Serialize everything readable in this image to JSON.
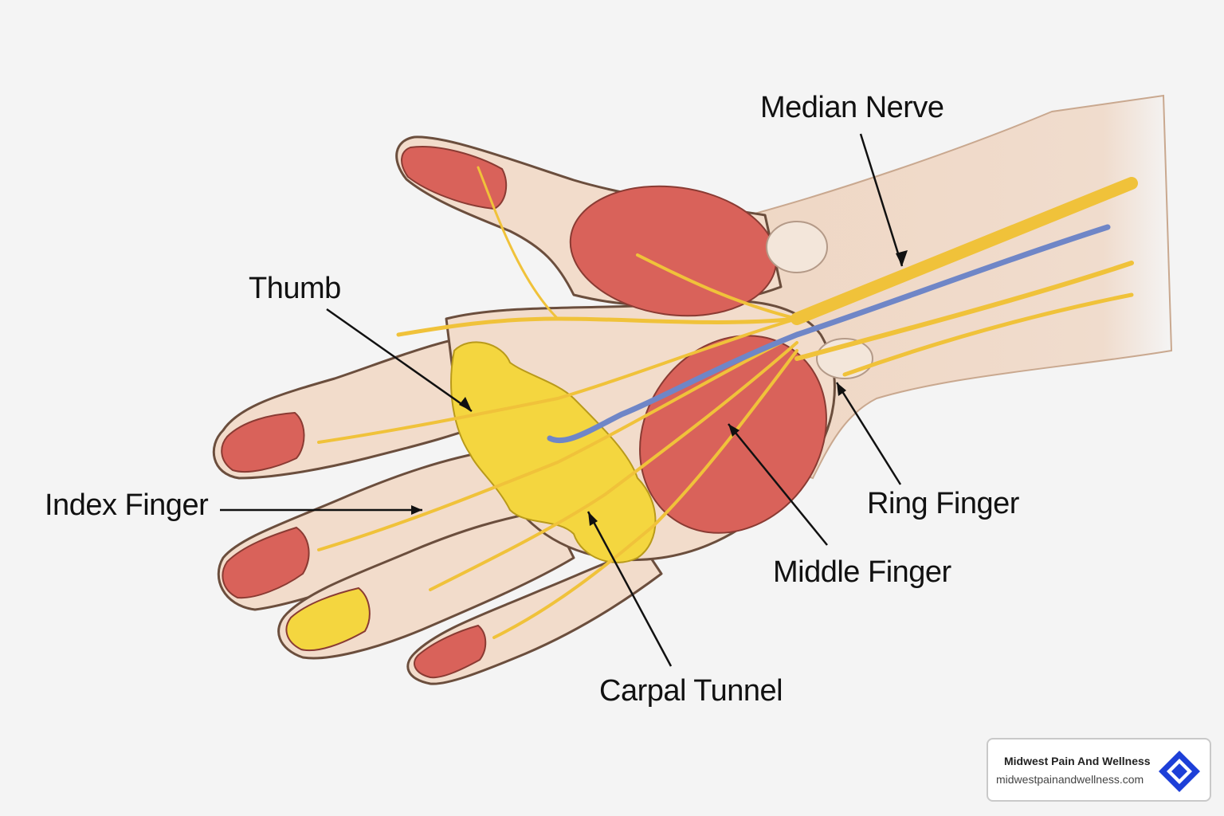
{
  "labels": {
    "median_nerve": "Median Nerve",
    "thumb": "Thumb",
    "index_finger": "Index Finger",
    "ring_finger": "Ring Finger",
    "middle_finger": "Middle Finger",
    "carpal_tunnel": "Carpal Tunnel"
  },
  "brand": {
    "name": "Midwest Pain And Wellness",
    "url": "midwestpainandwellness.com"
  },
  "colors": {
    "background": "#f4f4f4",
    "skin": "#f2dccb",
    "muscle": "#d9625a",
    "nerve": "#f0c23a",
    "vessel": "#6f86c7",
    "tunnel": "#f4d63f",
    "brand_accent": "#1d3fd8"
  }
}
